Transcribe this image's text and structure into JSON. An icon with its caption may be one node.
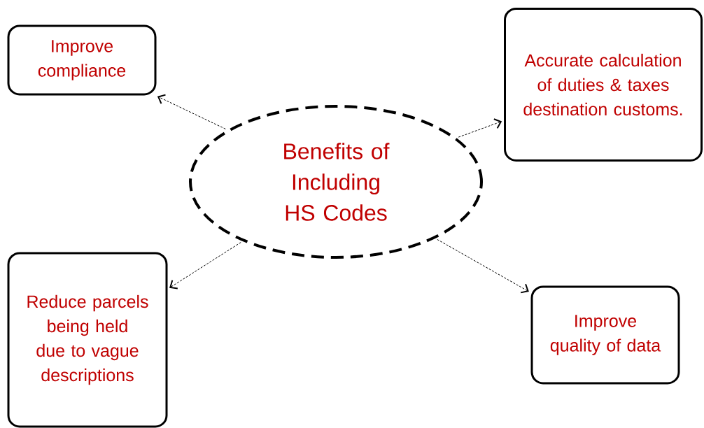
{
  "diagram": {
    "nodes": [
      {
        "text": [
          "Benefits of Including HS Codes"
        ]
      },
      {
        "text": [
          "Improve compliance"
        ]
      },
      {
        "text": [
          "Accurate calculation of duties & taxes destination customs."
        ]
      },
      {
        "text": [
          "Reduce parcels being held due to vague descriptions"
        ]
      },
      {
        "text": [
          "Improve quality of data"
        ]
      }
    ],
    "edges": [
      {
        "from": 0,
        "to": 1,
        "arrow": "to",
        "style": "dashed"
      },
      {
        "from": 0,
        "to": 2,
        "arrow": "to",
        "style": "dashed"
      },
      {
        "from": 0,
        "to": 3,
        "arrow": "to",
        "style": "dashed"
      },
      {
        "from": 0,
        "to": 4,
        "arrow": "to",
        "style": "dashed"
      }
    ]
  }
}
